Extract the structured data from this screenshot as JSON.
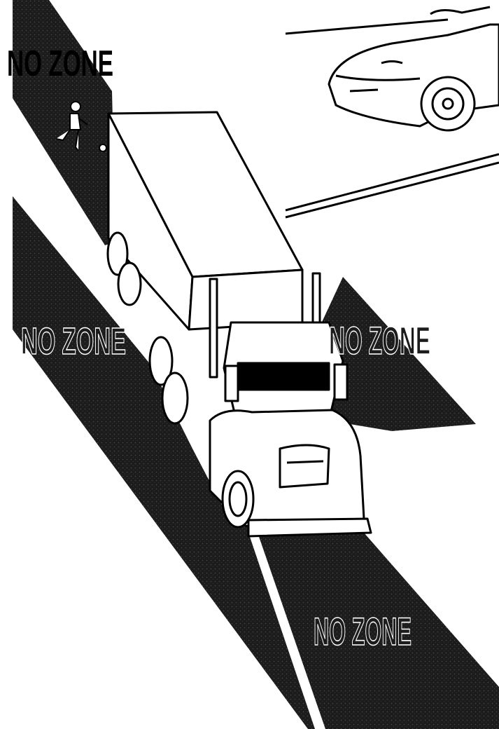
{
  "labels": {
    "top_left": "NO ZONE",
    "mid_left": "NO ZONE",
    "mid_right": "NO ZONE",
    "bottom": "NO ZONE"
  },
  "colors": {
    "zone": "#1c1c1c",
    "zone_texture": "#3a3a3a",
    "outline": "#000000",
    "background": "#ffffff"
  },
  "icons": [
    "truck-icon",
    "car-icon",
    "pedestrian-icon"
  ]
}
